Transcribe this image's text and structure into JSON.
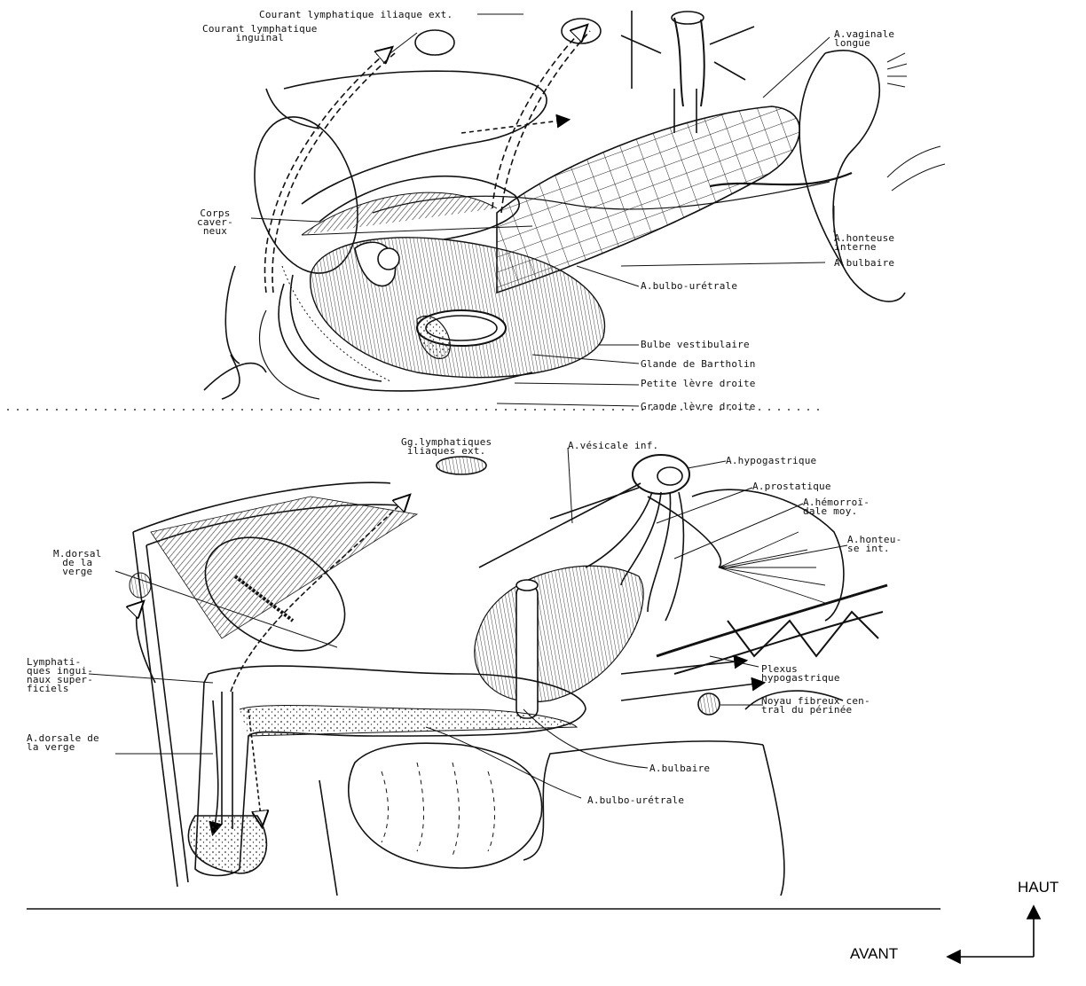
{
  "top_figure": {
    "labels": {
      "courant_iliaque": "Courant lymphatique iliaque ext.",
      "courant_inguinal": "Courant lymphatique\ninguinal",
      "vaginale_longue": "A.vaginale\nlongue",
      "corps_caverneux": "Corps\ncaver-\nneux",
      "honteuse_interne": "A.honteuse\ninterne",
      "bulbaire": "A.bulbaire",
      "bulbo_uretrale": "A.bulbo-urétrale",
      "bulbe_vestibulaire": "Bulbe vestibulaire",
      "glande_bartholin": "Glande de Bartholin",
      "petite_levre": "Petite lèvre droite",
      "grande_levre": "Grande lèvre droite"
    }
  },
  "bottom_figure": {
    "labels": {
      "gg_lymphatiques": "Gg.lymphatiques\niliaques ext.",
      "vesicale_inf": "A.vésicale inf.",
      "hypogastrique": "A.hypogastrique",
      "prostatique": "A.prostatique",
      "hemorroidale": "A.hémorroï-\ndale moy.",
      "honteuse_int": "A.honteu-\nse int.",
      "m_dorsal": "M.dorsal\nde la\nverge",
      "lymphatiques": "Lymphati-\nques ingui-\nnaux super-\nficiels",
      "plexus": "Plexus\nhypogastrique",
      "noyau": "Noyau fibreux cen-\ntral du périnée",
      "a_dorsale": "A.dorsale de\nla verge",
      "a_bulbaire": "A.bulbaire",
      "a_bulbo_uretrale": "A.bulbo-urétrale"
    }
  },
  "orientation": {
    "up": "HAUT",
    "front": "AVANT"
  }
}
